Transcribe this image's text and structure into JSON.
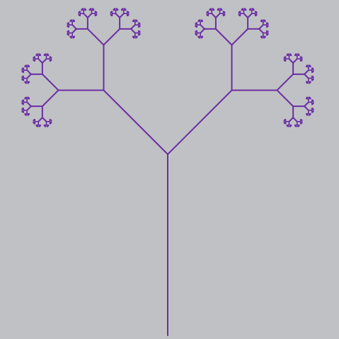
{
  "colors": {
    "background": "#c0c1c4",
    "branch": "#6a2fa3"
  },
  "fractal": {
    "type": "fractal-tree",
    "depth": 10,
    "branch_angle_degrees": 45,
    "length_ratio": 0.5
  }
}
